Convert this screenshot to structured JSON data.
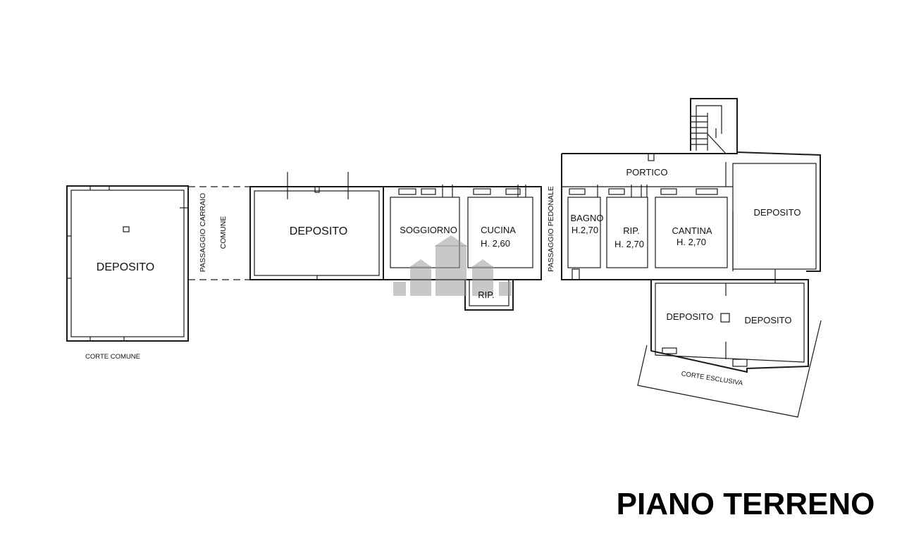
{
  "title": "PIANO TERRENO",
  "rooms": {
    "deposito_left": "DEPOSITO",
    "deposito_mid": "DEPOSITO",
    "soggiorno": "SOGGIORNO",
    "cucina": "CUCINA",
    "cucina_h": "H. 2,60",
    "rip_small": "RIP.",
    "bagno": "BAGNO",
    "bagno_h": "H.2,70",
    "rip": "RIP.",
    "rip_h": "H. 2,70",
    "cantina": "CANTINA",
    "cantina_h": "H. 2,70",
    "portico": "PORTICO",
    "deposito_right_top": "DEPOSITO",
    "deposito_right_a": "DEPOSITO",
    "deposito_right_b": "DEPOSITO"
  },
  "passages": {
    "carraio_line1": "PASSAGGIO CARRAIO",
    "carraio_line2": "COMUNE",
    "pedonale": "PASSAGGIO PEDONALE"
  },
  "courts": {
    "comune": "CORTE COMUNE",
    "esclusiva": "CORTE ESCLUSIVA"
  },
  "icons": {
    "watermark": "house-watermark-icon",
    "stairs": "stairs-icon"
  }
}
